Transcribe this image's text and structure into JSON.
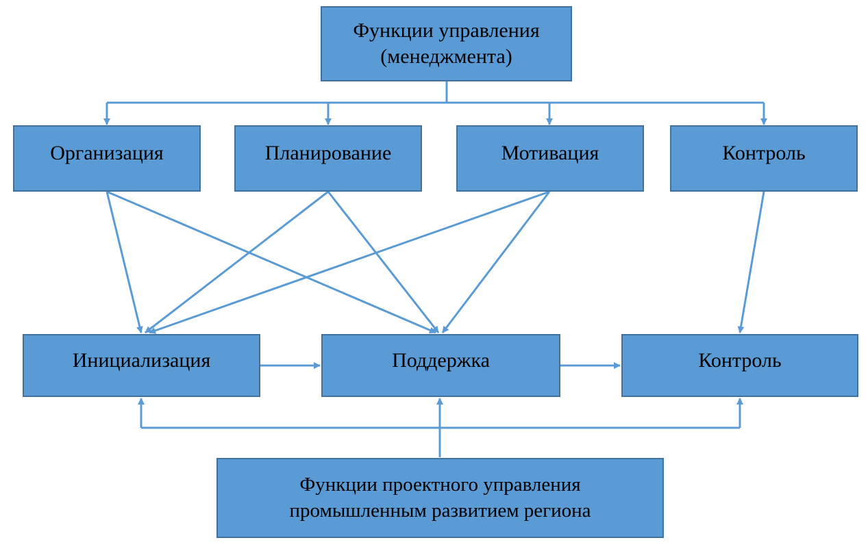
{
  "diagram": {
    "colors": {
      "node_fill": "#5b9bd5",
      "node_border": "#41719c",
      "edge": "#5b9bd5"
    },
    "top": {
      "line1": "Функции управления",
      "line2": "(менеджмента)"
    },
    "management_functions": [
      {
        "label": "Организация"
      },
      {
        "label": "Планирование"
      },
      {
        "label": "Мотивация"
      },
      {
        "label": "Контроль"
      }
    ],
    "project_phases": [
      {
        "label": "Инициализация"
      },
      {
        "label": "Поддержка"
      },
      {
        "label": "Контроль"
      }
    ],
    "bottom": {
      "line1": "Функции проектного управления",
      "line2": "промышленным развитием региона"
    },
    "edges": [
      {
        "from": "Функции управления (менеджмента)",
        "to": "Организация"
      },
      {
        "from": "Функции управления (менеджмента)",
        "to": "Планирование"
      },
      {
        "from": "Функции управления (менеджмента)",
        "to": "Мотивация"
      },
      {
        "from": "Функции управления (менеджмента)",
        "to": "Контроль"
      },
      {
        "from": "Организация",
        "to": "Инициализация"
      },
      {
        "from": "Организация",
        "to": "Поддержка"
      },
      {
        "from": "Планирование",
        "to": "Инициализация"
      },
      {
        "from": "Планирование",
        "to": "Поддержка"
      },
      {
        "from": "Мотивация",
        "to": "Инициализация"
      },
      {
        "from": "Мотивация",
        "to": "Поддержка"
      },
      {
        "from": "Контроль",
        "to": "Контроль (фаза)"
      },
      {
        "from": "Инициализация",
        "to": "Поддержка"
      },
      {
        "from": "Поддержка",
        "to": "Контроль (фаза)"
      },
      {
        "from": "Функции проектного управления",
        "to": "Инициализация"
      },
      {
        "from": "Функции проектного управления",
        "to": "Поддержка"
      },
      {
        "from": "Функции проектного управления",
        "to": "Контроль (фаза)"
      }
    ]
  }
}
